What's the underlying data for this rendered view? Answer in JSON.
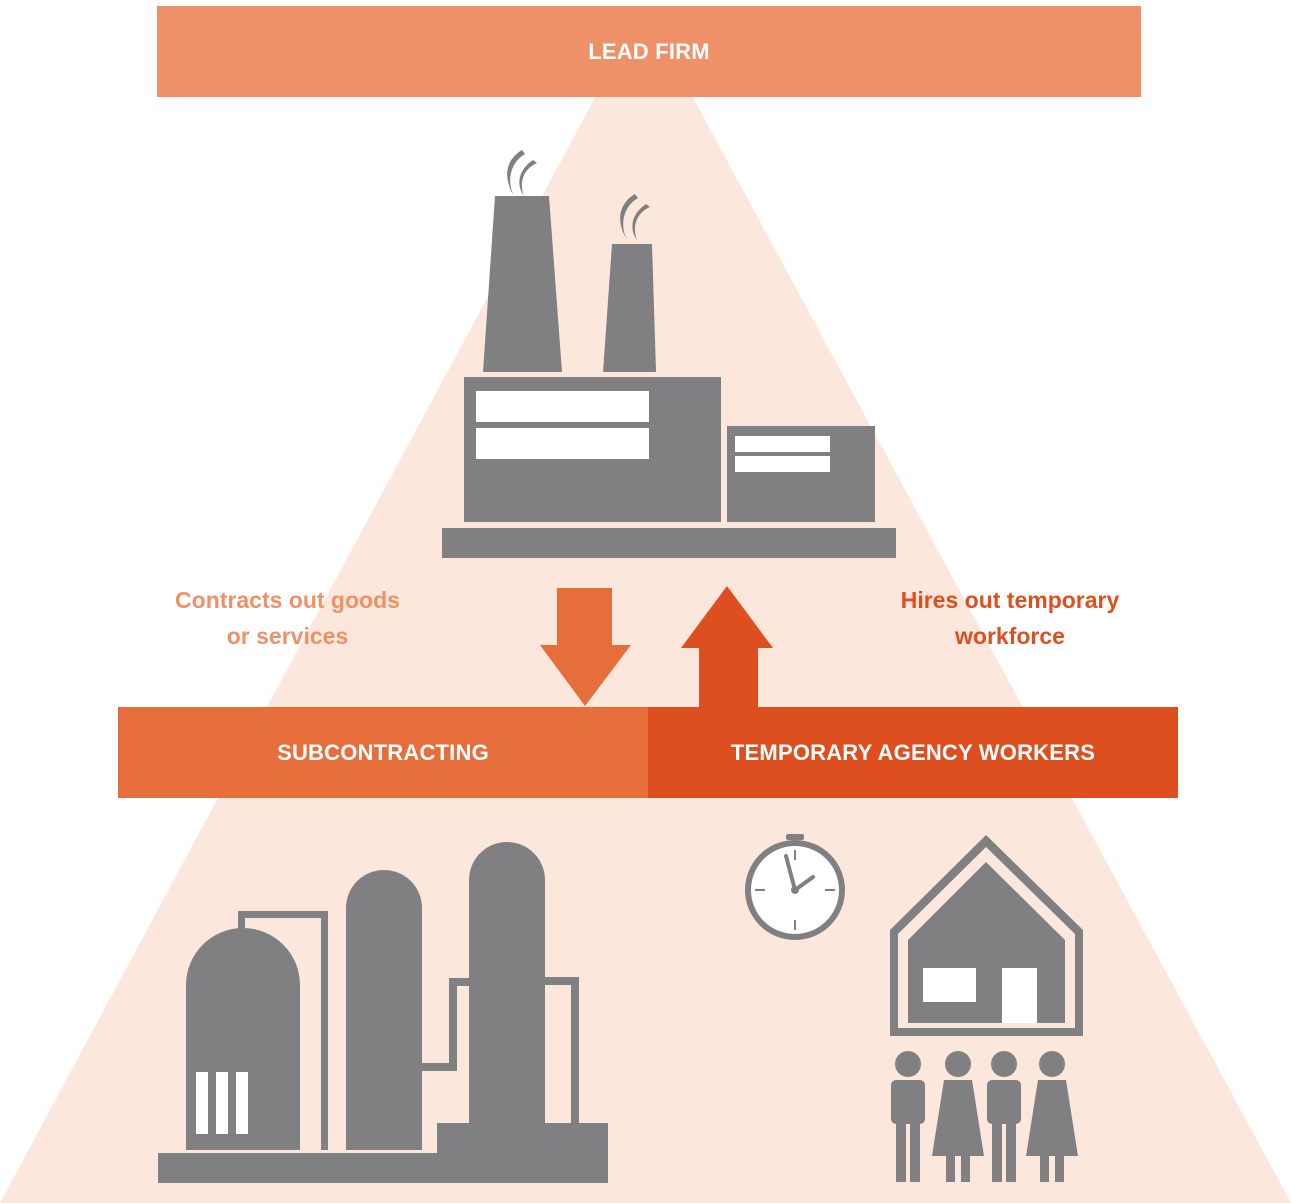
{
  "colors": {
    "lead_firm": "#ee9168",
    "subcontracting": "#e66e3b",
    "temporary": "#de4f20",
    "pyramid": "#fbe7dc",
    "icon_gray": "#808083",
    "caption_left": "#ee9168",
    "caption_right": "#de4f20"
  },
  "lead_firm": {
    "label": "LEAD FIRM"
  },
  "subcontracting": {
    "label": "SUBCONTRACTING"
  },
  "temporary_agency": {
    "label": "TEMPORARY AGENCY WORKERS"
  },
  "captions": {
    "contracts_out": "Contracts out goods\nor services",
    "hires_out": "Hires out temporary\nworkforce"
  },
  "icons": {
    "top": "factory-icon",
    "bottom_left": "industrial-tanks-icon",
    "clock": "clock-icon",
    "workers": "house-with-workers-icon",
    "down_arrow": "arrow-down-icon",
    "up_arrow": "arrow-up-icon"
  }
}
